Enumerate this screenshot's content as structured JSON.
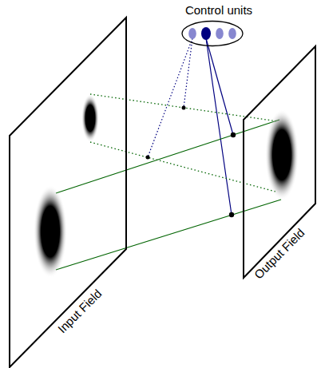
{
  "diagram": {
    "nodes": [
      {
        "text": [
          "Control units"
        ]
      },
      {
        "text": [
          "Input Field"
        ]
      },
      {
        "text": [
          "Output Field"
        ]
      }
    ],
    "edges": [
      {
        "from": 1,
        "to": 2,
        "arrow": "none"
      },
      {
        "from": 1,
        "to": 2,
        "arrow": "none"
      },
      {
        "from": 1,
        "to": 2,
        "arrow": "none"
      },
      {
        "from": 1,
        "to": 2,
        "arrow": "none"
      }
    ]
  }
}
